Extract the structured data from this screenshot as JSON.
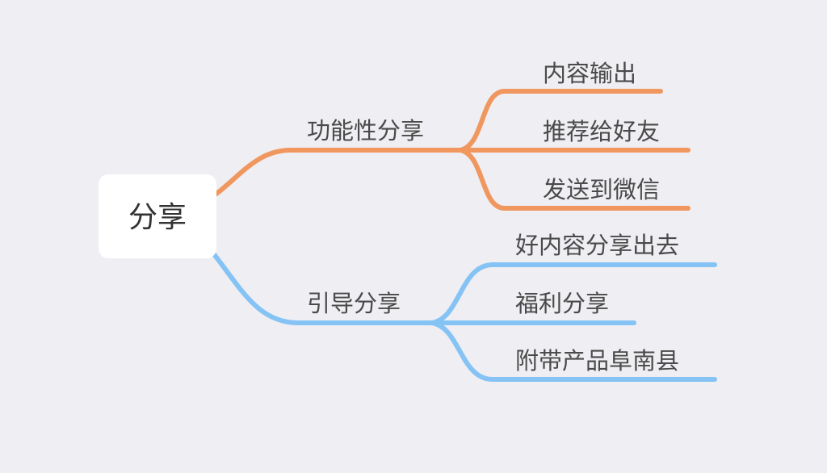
{
  "root": {
    "label": "分享"
  },
  "branches": [
    {
      "label": "功能性分享",
      "color": "#f0975f",
      "children": [
        {
          "label": "内容输出"
        },
        {
          "label": "推荐给好友"
        },
        {
          "label": "发送到微信"
        }
      ]
    },
    {
      "label": "引导分享",
      "color": "#86c3f5",
      "children": [
        {
          "label": "好内容分享出去"
        },
        {
          "label": "福利分享"
        },
        {
          "label": "附带产品阜南县"
        }
      ]
    }
  ]
}
